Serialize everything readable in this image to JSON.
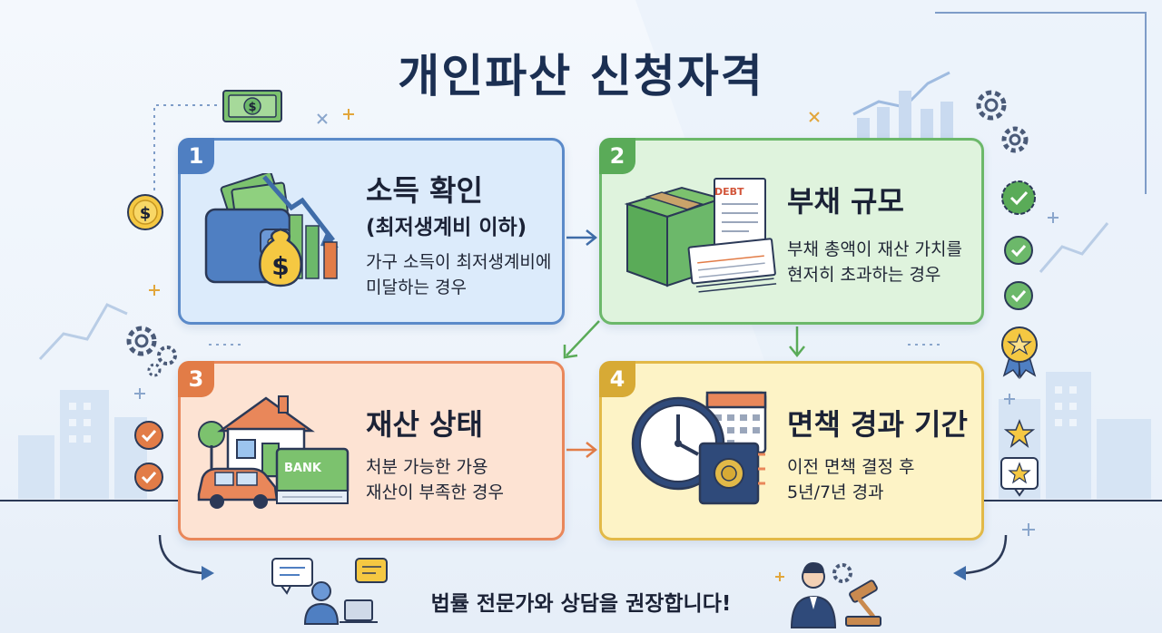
{
  "title": "개인파산 신청자격",
  "cards": [
    {
      "number": "1",
      "title": "소득 확인",
      "subtitle": "(최저생계비 이하)",
      "desc_line1": "가구 소득이 최저생계비에",
      "desc_line2": "미달하는 경우",
      "icons": [
        "wallet-icon",
        "money-bag-icon",
        "falling-chart-icon"
      ]
    },
    {
      "number": "2",
      "title": "부채 규모",
      "desc_line1": "부채 총액이 재산 가치를",
      "desc_line2": "현저히 초과하는 경우",
      "doc_label": "DEBT",
      "icons": [
        "box-icon",
        "debt-document-icon"
      ]
    },
    {
      "number": "3",
      "title": "재산 상태",
      "desc_line1": "처분 가능한 가용",
      "desc_line2": "재산이 부족한 경우",
      "bank_label": "BANK",
      "icons": [
        "house-icon",
        "car-icon",
        "bank-card-icon"
      ]
    },
    {
      "number": "4",
      "title": "면책 경과 기간",
      "desc_line1": "이전 면책 결정 후",
      "desc_line2": "5년/7년 경과",
      "icons": [
        "clock-icon",
        "calendar-icon",
        "book-icon"
      ]
    }
  ],
  "footer": "법률 전문가와 상담을 권장합니다!",
  "colors": {
    "card1": "#dcebfb",
    "card2": "#dff3dd",
    "card3": "#fde3d3",
    "card4": "#fdf3c6",
    "title": "#1b2f52"
  }
}
